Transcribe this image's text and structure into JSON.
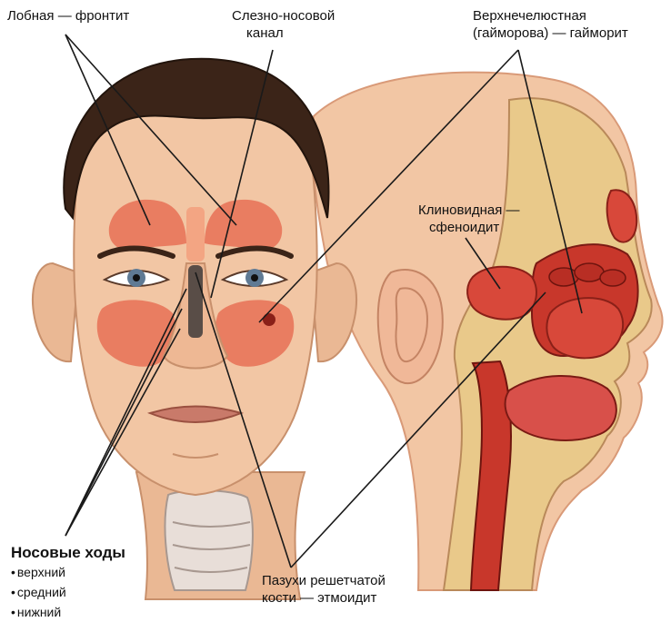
{
  "labels": {
    "frontal": "Лобная — фронтит",
    "lacrimal": [
      "Слезно-носовой",
      "канал"
    ],
    "maxillary": [
      "Верхнечелюстная",
      "(гайморова) — гайморит"
    ],
    "sphenoid": [
      "Клиновидная —",
      "сфеноидит"
    ],
    "ethmoid": [
      "Пазухи решетчатой",
      "кости — этмоидит"
    ]
  },
  "nasal_passages": {
    "title": "Носовые ходы",
    "items": [
      "верхний",
      "средний",
      "нижний"
    ]
  },
  "colors": {
    "skin": "#f2c6a4",
    "skin_shadow": "#d99a78",
    "hair": "#3b2418",
    "sinus": "#e8745a",
    "sinus_light": "#f3a583",
    "tissue_red": "#c8372b",
    "bone": "#e9c98a",
    "leader_line": "#1a1a1a"
  }
}
